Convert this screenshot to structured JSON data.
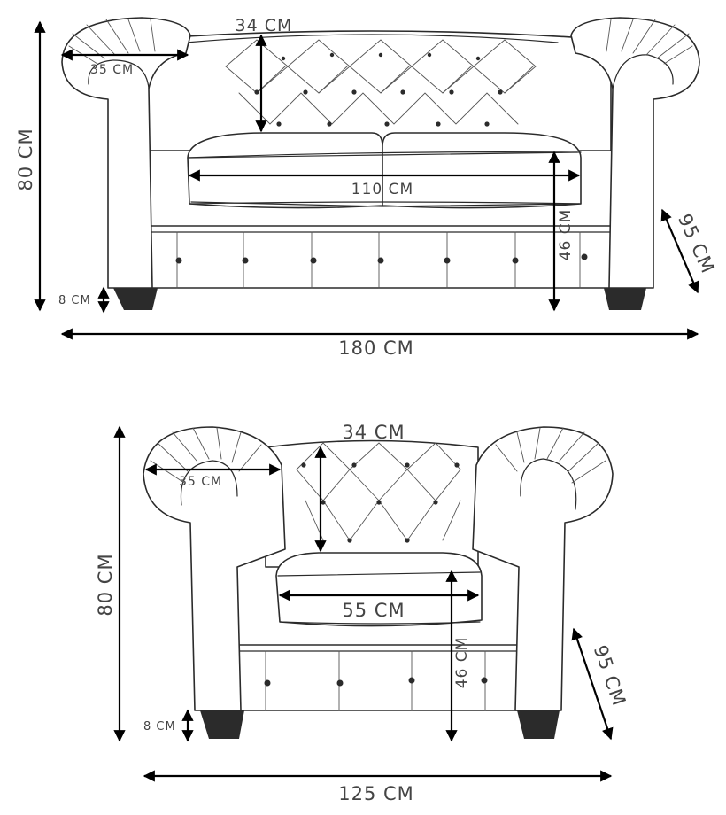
{
  "colors": {
    "outline": "#2b2b2b",
    "dimension": "#000000",
    "label": "#444444",
    "background": "#ffffff"
  },
  "sofa": {
    "labels": {
      "back_height": "34 CM",
      "arm_width": "35 CM",
      "total_height": "80 CM",
      "seat_width": "110 CM",
      "seat_height": "46 CM",
      "leg_height": "8 CM",
      "depth": "95 CM",
      "total_width": "180 CM"
    }
  },
  "armchair": {
    "labels": {
      "back_height": "34 CM",
      "arm_width": "35 CM",
      "total_height": "80 CM",
      "seat_width": "55 CM",
      "seat_height": "46 CM",
      "leg_height": "8 CM",
      "depth": "95 CM",
      "total_width": "125 CM"
    }
  }
}
